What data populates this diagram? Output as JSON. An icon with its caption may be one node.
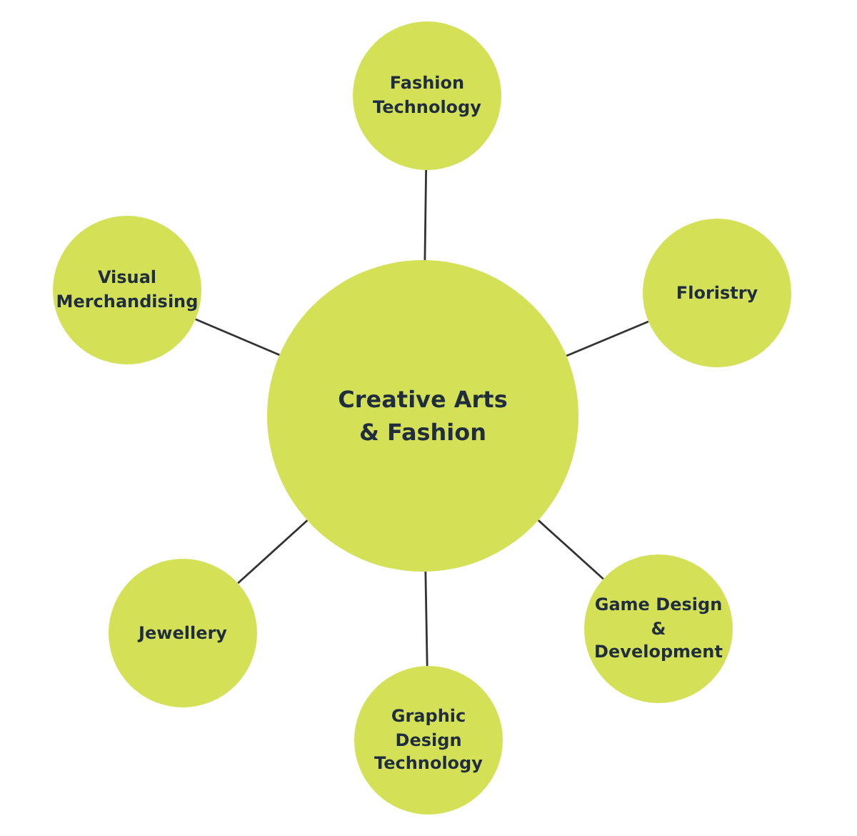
{
  "diagram": {
    "nodes": [
      {
        "text": [
          "Fashion Technology"
        ]
      },
      {
        "text": [
          "Visual Merchandising"
        ]
      },
      {
        "text": [
          "Floristry"
        ]
      },
      {
        "text": [
          "Creative Arts & Fashion"
        ]
      },
      {
        "text": [
          "Game Design & Development"
        ]
      },
      {
        "text": [
          "Jewellery"
        ]
      },
      {
        "text": [
          "Graphic Design Technology"
        ]
      }
    ],
    "edges": [
      {
        "from": 3,
        "to": 0,
        "arrow": "none"
      },
      {
        "from": 3,
        "to": 1,
        "arrow": "none"
      },
      {
        "from": 3,
        "to": 2,
        "arrow": "none"
      },
      {
        "from": 3,
        "to": 4,
        "arrow": "none"
      },
      {
        "from": 3,
        "to": 5,
        "arrow": "none"
      },
      {
        "from": 3,
        "to": 6,
        "arrow": "none"
      }
    ]
  }
}
